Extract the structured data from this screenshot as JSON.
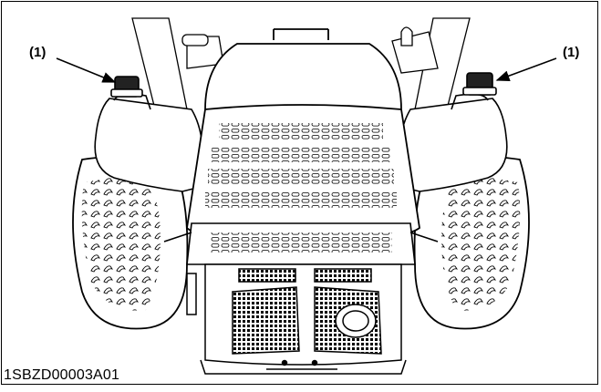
{
  "figure": {
    "callout_left": "(1)",
    "callout_right": "(1)",
    "figure_code": "1SBZD00003A01"
  }
}
